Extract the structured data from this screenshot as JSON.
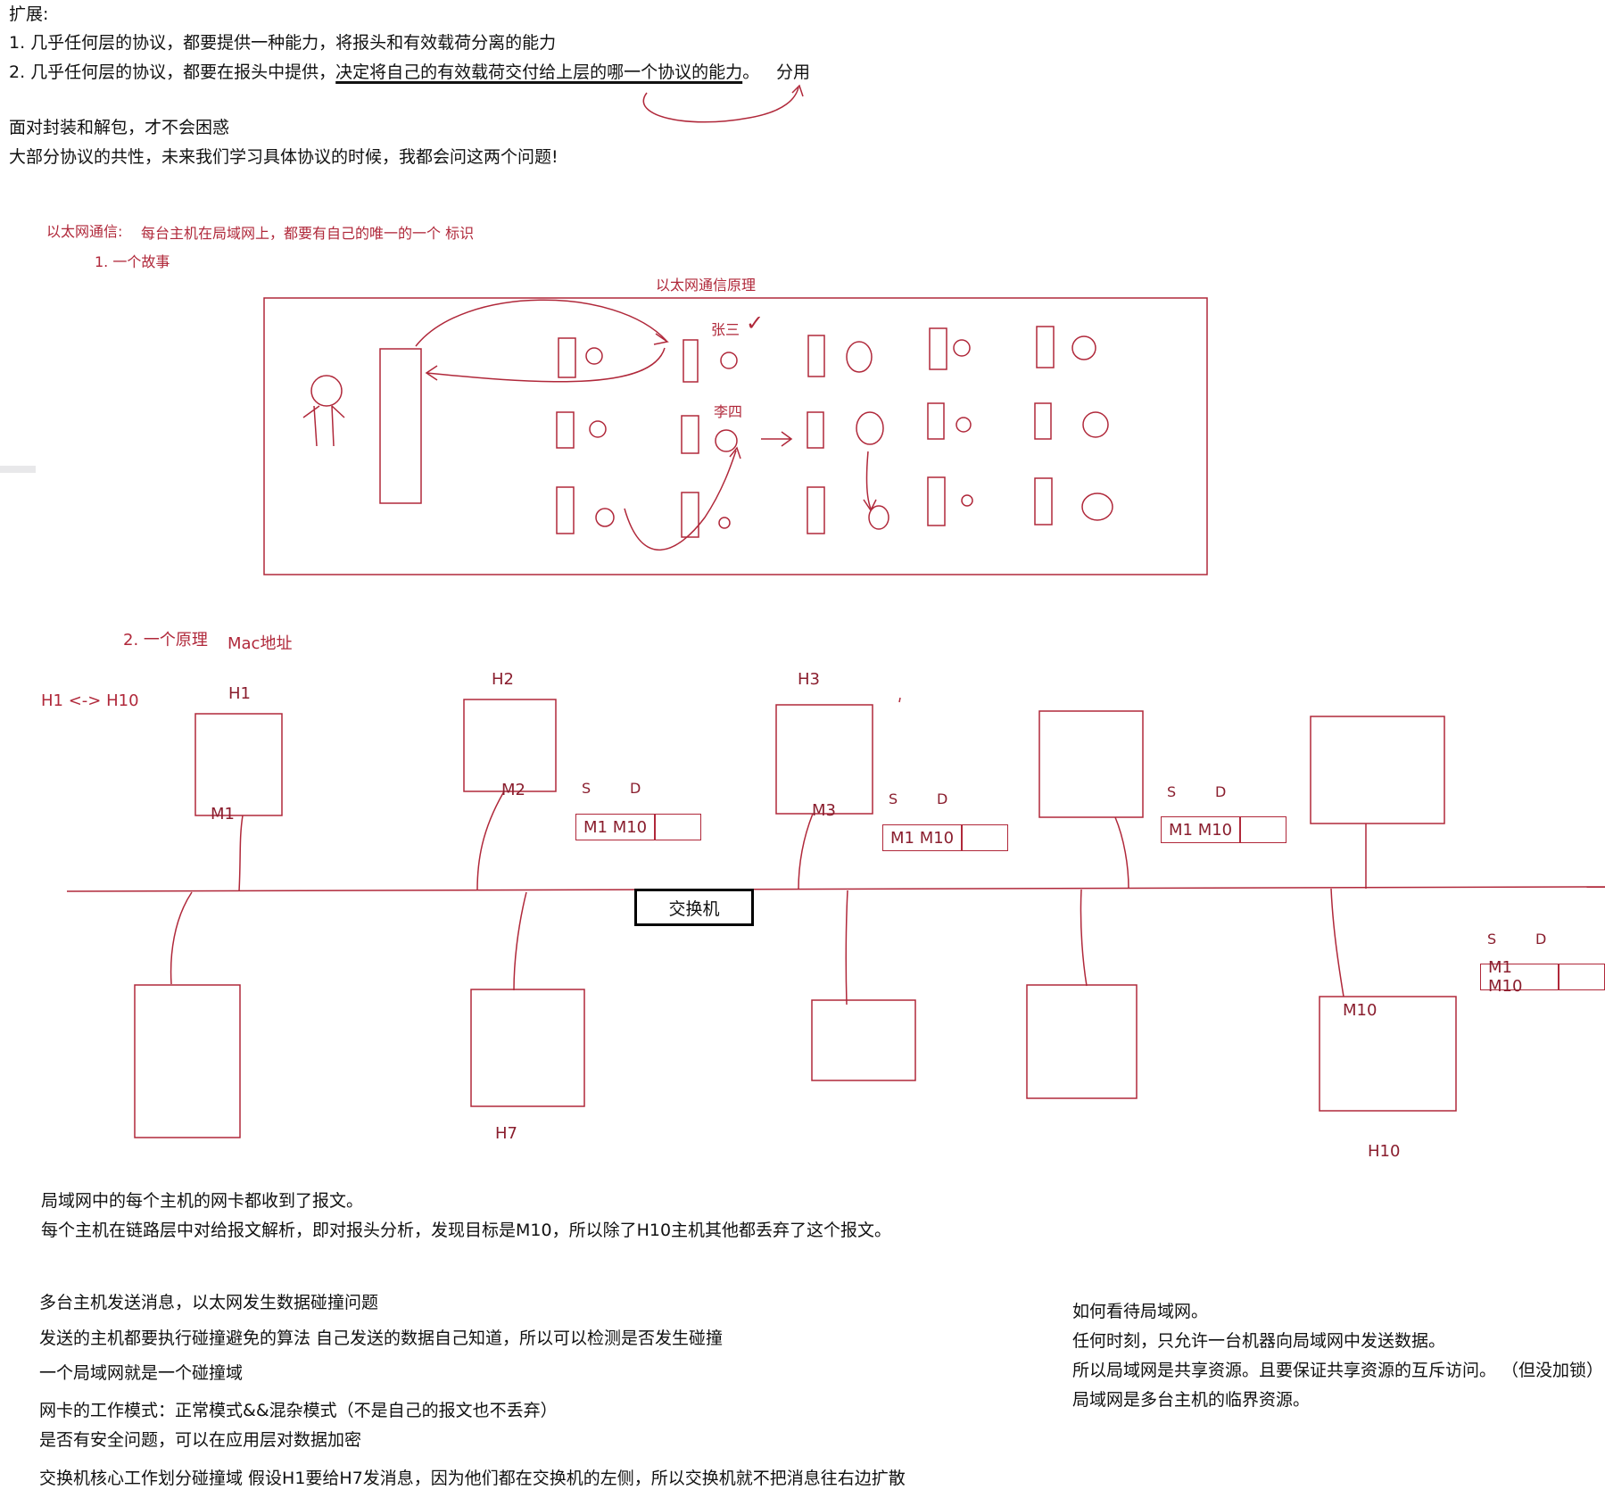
{
  "intro": {
    "heading": "扩展:",
    "point1": "1. 几乎任何层的协议，都要提供一种能力，将报头和有效载荷分离的能力",
    "point2_prefix": "2. 几乎任何层的协议，都要在报头中提供，",
    "point2_underlined": "决定将自己的有效载荷交付给上层的哪一个协议的能力",
    "point2_suffix": "。",
    "annotation": "分用",
    "line3": "面对封装和解包，才不会困惑",
    "line4": "大部分协议的共性，未来我们学习具体协议的时候，我都会问这两个问题!"
  },
  "ethernet": {
    "label": "以太网通信:",
    "note": "每台主机在局域网上，都要有自己的唯一的一个 标识",
    "story": "1. 一个故事",
    "diagram_title": "以太网通信原理",
    "person_a": "张三",
    "check_mark": "✓",
    "person_b": "李四"
  },
  "principle": {
    "label": "2. 一个原理",
    "mac": "Mac地址",
    "route": "H1 <-> H10",
    "switch": "交换机",
    "hosts": {
      "h1": "H1",
      "h2": "H2",
      "h3": "H3",
      "h7": "H7",
      "h10": "H10"
    },
    "macs": {
      "m1": "M1",
      "m2": "M2",
      "m3": "M3",
      "m10": "M10"
    },
    "frame_header": "M1 M10",
    "src_mark": "S",
    "dst_mark": "D"
  },
  "notes": {
    "line1": "局域网中的每个主机的网卡都收到了报文。",
    "line2": "每个主机在链路层中对给报文解析，即对报头分析，发现目标是M10，所以除了H10主机其他都丢弃了这个报文。",
    "line3": "多台主机发送消息，以太网发生数据碰撞问题",
    "line4": "发送的主机都要执行碰撞避免的算法  自己发送的数据自己知道，所以可以检测是否发生碰撞",
    "line5": "一个局域网就是一个碰撞域",
    "line6": "网卡的工作模式：正常模式&&混杂模式（不是自己的报文也不丢弃）",
    "line7": "是否有安全问题，可以在应用层对数据加密",
    "line8": "交换机核心工作划分碰撞域   假设H1要给H7发消息，因为他们都在交换机的左侧，所以交换机就不把消息往右边扩散"
  },
  "lan_notes": {
    "line1": "如何看待局域网。",
    "line2": "任何时刻，只允许一台机器向局域网中发送数据。",
    "line3": "所以局域网是共享资源。且要保证共享资源的互斥访问。 （但没加锁）",
    "line4": "局域网是多台主机的临界资源。"
  },
  "colors": {
    "ink": "#b0283a",
    "text": "#111111"
  }
}
